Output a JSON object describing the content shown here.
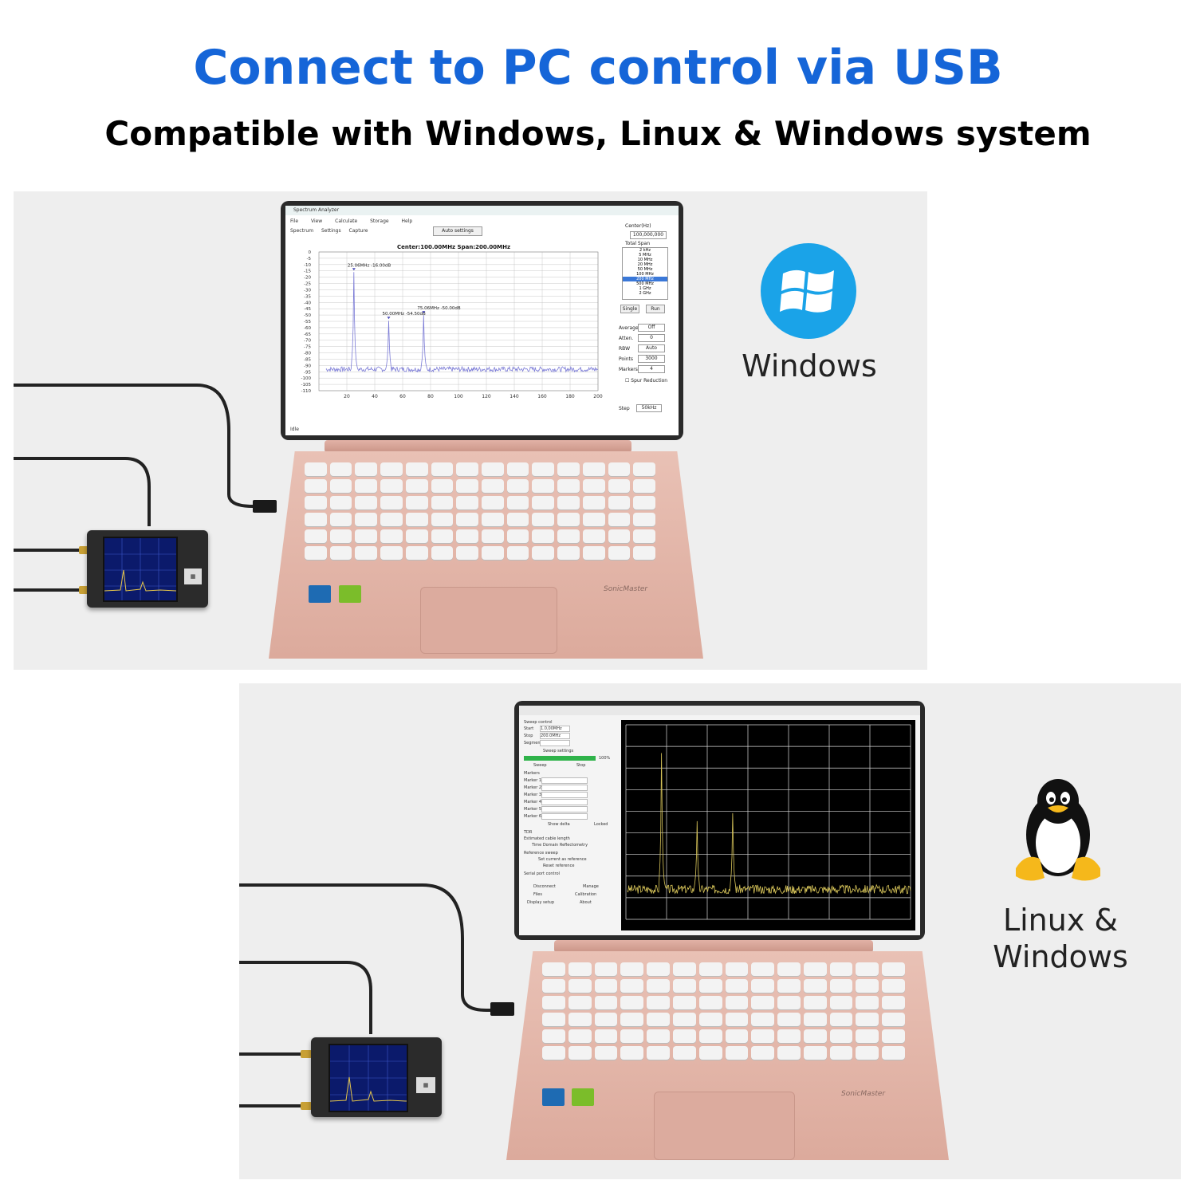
{
  "header": {
    "title": "Connect to PC control via USB",
    "subtitle": "Compatible with Windows, Linux & Windows system"
  },
  "colors": {
    "title": "#1565d8",
    "windows_badge": "#1aa3e8",
    "laptop_body": "#e4b6aa",
    "trace": "#7b7bd6"
  },
  "badges": {
    "windows": {
      "icon": "windows-logo-icon",
      "label": "Windows"
    },
    "linux": {
      "icon": "tux-penguin-icon",
      "label_line1": "Linux &",
      "label_line2": "Windows"
    }
  },
  "windows_app": {
    "window_title": "Spectrum Analyzer",
    "menu": [
      "File",
      "View",
      "Calculate",
      "Storage",
      "Help"
    ],
    "tabs": [
      "Spectrum",
      "Settings",
      "Capture"
    ],
    "auto_settings": "Auto settings",
    "center_label": "Center(Hz)",
    "center_value": "100,000,000",
    "total_span_label": "Total Span",
    "spans": [
      "2 kHz",
      "5 MHz",
      "10 MHz",
      "20 MHz",
      "50 MHz",
      "100 MHz",
      "200 MHz",
      "500 MHz",
      "1 GHz",
      "2 GHz"
    ],
    "single": "Single",
    "run": "Run",
    "settings": [
      {
        "label": "Average",
        "value": "Off"
      },
      {
        "label": "Atten.",
        "value": "0"
      },
      {
        "label": "RBW",
        "value": "Auto"
      },
      {
        "label": "Points",
        "value": "3000"
      },
      {
        "label": "Markers",
        "value": "4"
      }
    ],
    "spur": "Spur Reduction",
    "step_label": "Step",
    "step_value": "50kHz",
    "status": "Idle",
    "chart_title": "Center:100.00MHz Span:200.00MHz",
    "markers": [
      "25.06MHz -16.00dB",
      "50.00MHz -54.50dB",
      "75.06MHz -50.00dB"
    ]
  },
  "chart_data": {
    "type": "line",
    "title": "Center:100.00MHz Span:200.00MHz",
    "xlabel": "",
    "ylabel": "",
    "xlim": [
      0,
      200
    ],
    "ylim": [
      -110,
      0
    ],
    "x_ticks": [
      "20",
      "40",
      "60",
      "80",
      "100",
      "120",
      "140",
      "160",
      "180",
      "200"
    ],
    "y_ticks": [
      "0",
      "-5",
      "-10",
      "-15",
      "-20",
      "-25",
      "-30",
      "-35",
      "-40",
      "-45",
      "-50",
      "-55",
      "-60",
      "-65",
      "-70",
      "-75",
      "-80",
      "-85",
      "-90",
      "-95",
      "-100",
      "-105",
      "-110"
    ],
    "noise_floor": -93,
    "peaks": [
      {
        "x": 25.06,
        "y": -16.0
      },
      {
        "x": 50.0,
        "y": -54.5
      },
      {
        "x": 75.06,
        "y": -50.0
      }
    ]
  },
  "dark_app": {
    "section_sweep": "Sweep control",
    "fields": [
      {
        "label": "Start",
        "value": "1.0,00MHz"
      },
      {
        "label": "Stop",
        "value": "200.0MHz"
      },
      {
        "label": "Segments",
        "value": ""
      }
    ],
    "sweep_settings": "Sweep settings",
    "progress_percent": 100,
    "progress_label": "100%",
    "sweep": "Sweep",
    "stop": "Stop",
    "markers_label": "Markers",
    "marker_names": [
      "Marker 1",
      "Marker 2",
      "Marker 3",
      "Marker 4",
      "Marker 5",
      "Marker 6"
    ],
    "show_delta": "Show delta",
    "locked": "Locked",
    "tdr_label": "TDR",
    "cable_length": "Estimated cable length",
    "time_domain": "Time Domain Reflectometry",
    "reference_sweep": "Reference sweep",
    "set_reference": "Set current as reference",
    "reset_reference": "Reset reference",
    "serial_port": "Serial port control",
    "disconnect": "Disconnect",
    "manage": "Manage",
    "files": "Files",
    "calibration": "Calibration",
    "display_setup": "Display setup",
    "about": "About"
  }
}
